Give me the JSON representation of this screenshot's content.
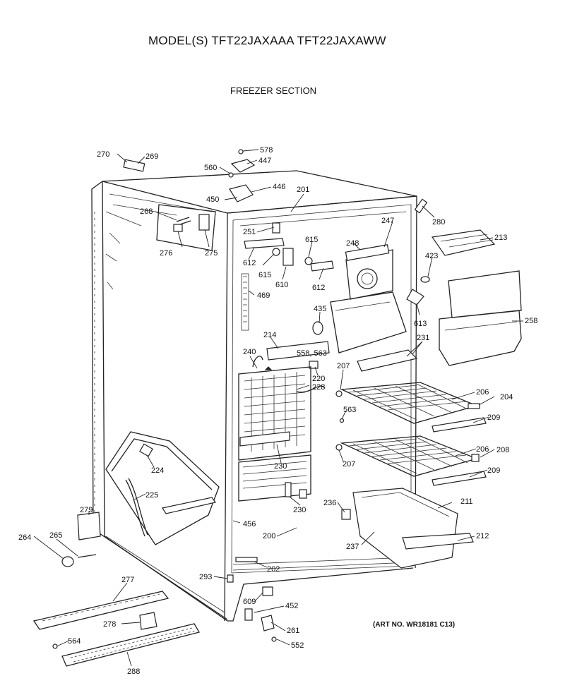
{
  "header": {
    "model_title": "MODEL(S) TFT22JAXAAA  TFT22JAXAWW",
    "section_title": "FREEZER SECTION",
    "art_number": "(ART NO. WR18181 C13)"
  },
  "callouts": [
    {
      "id": "270",
      "text": "270"
    },
    {
      "id": "269",
      "text": "269"
    },
    {
      "id": "578",
      "text": "578"
    },
    {
      "id": "447",
      "text": "447"
    },
    {
      "id": "560",
      "text": "560"
    },
    {
      "id": "446",
      "text": "446"
    },
    {
      "id": "450",
      "text": "450"
    },
    {
      "id": "201",
      "text": "201"
    },
    {
      "id": "268",
      "text": "268"
    },
    {
      "id": "280",
      "text": "280"
    },
    {
      "id": "251",
      "text": "251"
    },
    {
      "id": "247",
      "text": "247"
    },
    {
      "id": "213",
      "text": "213"
    },
    {
      "id": "615a",
      "text": "615"
    },
    {
      "id": "248",
      "text": "248"
    },
    {
      "id": "276",
      "text": "276"
    },
    {
      "id": "275",
      "text": "275"
    },
    {
      "id": "612a",
      "text": "612"
    },
    {
      "id": "423",
      "text": "423"
    },
    {
      "id": "615b",
      "text": "615"
    },
    {
      "id": "610",
      "text": "610"
    },
    {
      "id": "612b",
      "text": "612"
    },
    {
      "id": "469",
      "text": "469"
    },
    {
      "id": "435",
      "text": "435"
    },
    {
      "id": "613",
      "text": "613"
    },
    {
      "id": "258",
      "text": "258"
    },
    {
      "id": "214",
      "text": "214"
    },
    {
      "id": "231",
      "text": "231"
    },
    {
      "id": "240",
      "text": "240"
    },
    {
      "id": "558",
      "text": "558, 563"
    },
    {
      "id": "220",
      "text": "220"
    },
    {
      "id": "207a",
      "text": "207"
    },
    {
      "id": "228",
      "text": "228"
    },
    {
      "id": "206a",
      "text": "206"
    },
    {
      "id": "204",
      "text": "204"
    },
    {
      "id": "563",
      "text": "563"
    },
    {
      "id": "209a",
      "text": "209"
    },
    {
      "id": "224",
      "text": "224"
    },
    {
      "id": "206b",
      "text": "206"
    },
    {
      "id": "208",
      "text": "208"
    },
    {
      "id": "230a",
      "text": "230"
    },
    {
      "id": "207b",
      "text": "207"
    },
    {
      "id": "209b",
      "text": "209"
    },
    {
      "id": "225",
      "text": "225"
    },
    {
      "id": "279",
      "text": "279"
    },
    {
      "id": "236",
      "text": "236"
    },
    {
      "id": "211",
      "text": "211"
    },
    {
      "id": "230b",
      "text": "230"
    },
    {
      "id": "456",
      "text": "456"
    },
    {
      "id": "212",
      "text": "212"
    },
    {
      "id": "264",
      "text": "264"
    },
    {
      "id": "265",
      "text": "265"
    },
    {
      "id": "200",
      "text": "200"
    },
    {
      "id": "237",
      "text": "237"
    },
    {
      "id": "202",
      "text": "202"
    },
    {
      "id": "293",
      "text": "293"
    },
    {
      "id": "277",
      "text": "277"
    },
    {
      "id": "609",
      "text": "609"
    },
    {
      "id": "452",
      "text": "452"
    },
    {
      "id": "278",
      "text": "278"
    },
    {
      "id": "261",
      "text": "261"
    },
    {
      "id": "564",
      "text": "564"
    },
    {
      "id": "552",
      "text": "552"
    },
    {
      "id": "288",
      "text": "288"
    }
  ]
}
